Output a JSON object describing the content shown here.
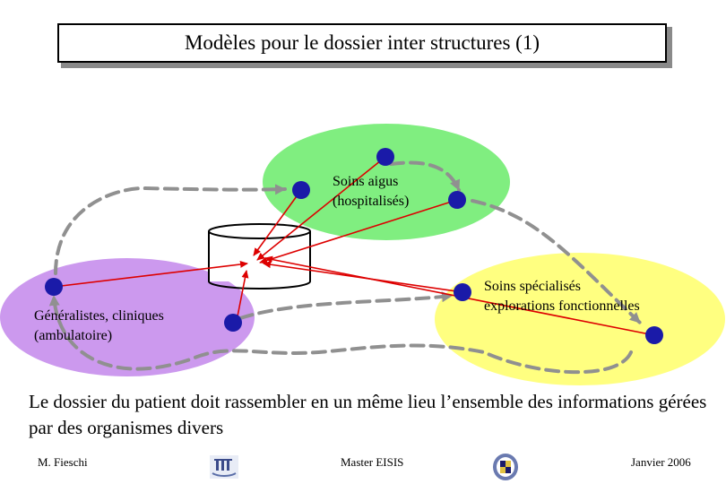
{
  "title": "Modèles pour le dossier inter structures (1)",
  "nodes": {
    "acute_care": "Soins aigus (hospitalisés)",
    "specialized_care_line1": "Soins spécialisés",
    "specialized_care_line2": "explorations fonctionnelles",
    "general_care_line1": "Généralistes, cliniques",
    "general_care_line2": "(ambulatoire)"
  },
  "body": "Le dossier du patient doit rassembler en un même lieu l’ensemble des informations gérées par des organismes divers",
  "footer": {
    "author": "M. Fieschi",
    "course": "Master EISIS",
    "date": "Janvier   2006"
  },
  "colors": {
    "acute_zone": "#80ee80",
    "specialized_zone": "#ffff80",
    "general_zone": "#cc99ee",
    "node": "#1a1aa8",
    "arrow_red": "#dd0000",
    "dashed_link": "#909090"
  }
}
